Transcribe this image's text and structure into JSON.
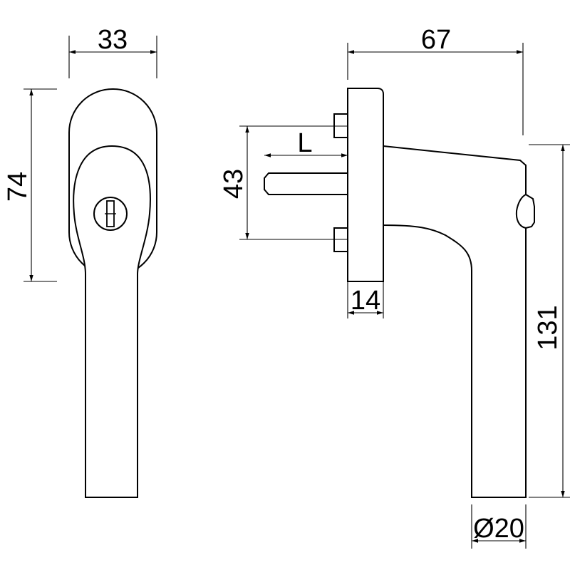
{
  "drawing": {
    "front_view": {
      "width_label": "33",
      "height_label": "74"
    },
    "side_view": {
      "depth_label": "67",
      "spindle_length_label": "L",
      "screw_spacing_label": "43",
      "base_thickness_label": "14",
      "total_height_label": "131",
      "grip_diameter_label": "Ø20"
    },
    "colors": {
      "line": "#000000",
      "background": "#ffffff"
    }
  }
}
